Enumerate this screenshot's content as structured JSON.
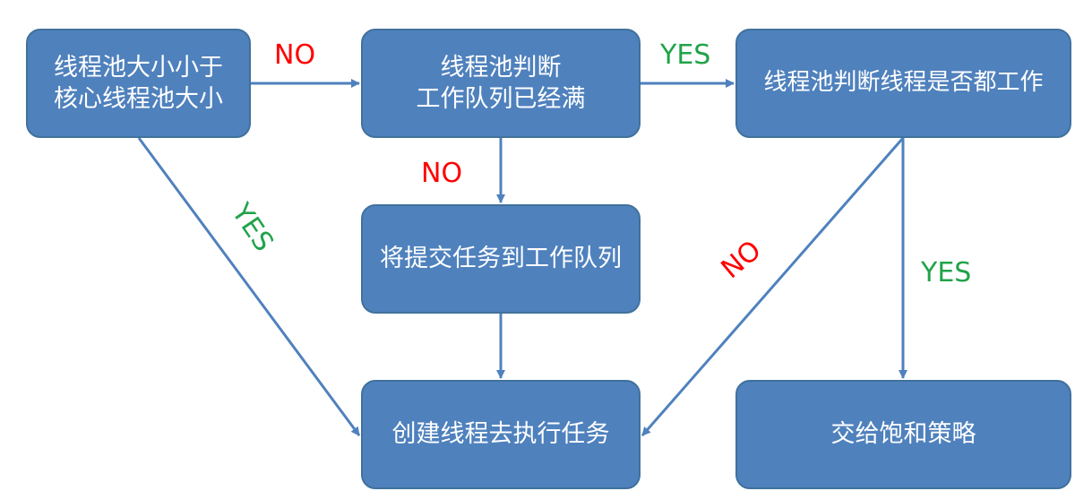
{
  "diagram": {
    "nodes": {
      "core_check": "线程池大小小于\n核心线程池大小",
      "queue_check": "线程池判断\n工作队列已经满",
      "busy_check": "线程池判断线程是否都工作",
      "enqueue": "将提交任务到工作队列",
      "create_thread": "创建线程去执行任务",
      "saturation_policy": "交给饱和策略"
    },
    "edges": {
      "core_to_queue": "NO",
      "queue_to_busy": "YES",
      "queue_to_enqueue": "NO",
      "core_to_create": "YES",
      "busy_to_create": "NO",
      "busy_to_reject": "YES"
    },
    "colors": {
      "node_fill": "#4f81bd",
      "node_border": "#41719c",
      "arrow": "#4f81bd",
      "yes_label": "#21a34a",
      "no_label": "#ff0000"
    }
  }
}
